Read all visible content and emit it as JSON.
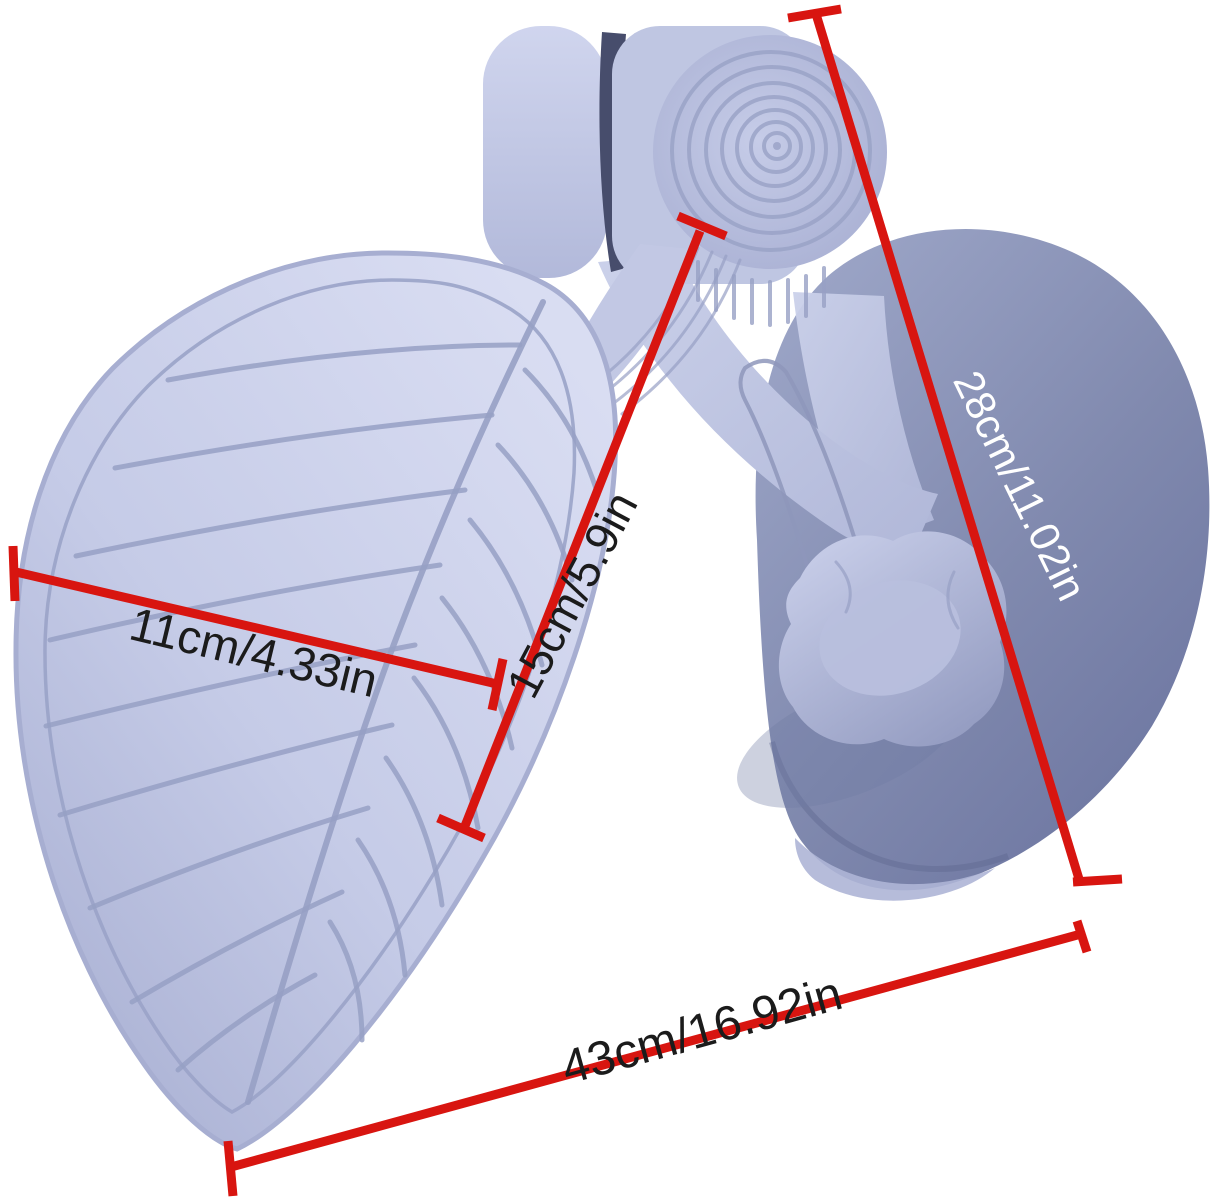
{
  "image": {
    "alt": "Light blue-violet hip trainer exerciser (two pads joined by a spring hinge with adjustment knob) on white background with red dimension arrows"
  },
  "colors": {
    "background": "#ffffff",
    "dimension_line": "#d81510",
    "label_dark": "#1b1b1b",
    "label_light": "#ffffff",
    "product_light": "#d4d8ef",
    "product_mid": "#b8bfde",
    "product_dark": "#717aa5",
    "groove": "#97a0c4"
  },
  "annotations": {
    "inner_width": {
      "label": "11cm/4.33in",
      "cm": "11",
      "inches": "4.33"
    },
    "pad_length": {
      "label": "15cm/5.9in",
      "cm": "15",
      "inches": "5.9"
    },
    "side_height": {
      "label": "28cm/11.02in",
      "cm": "28",
      "inches": "11.02"
    },
    "overall_length": {
      "label": "43cm/16.92in",
      "cm": "43",
      "inches": "16.92"
    }
  }
}
